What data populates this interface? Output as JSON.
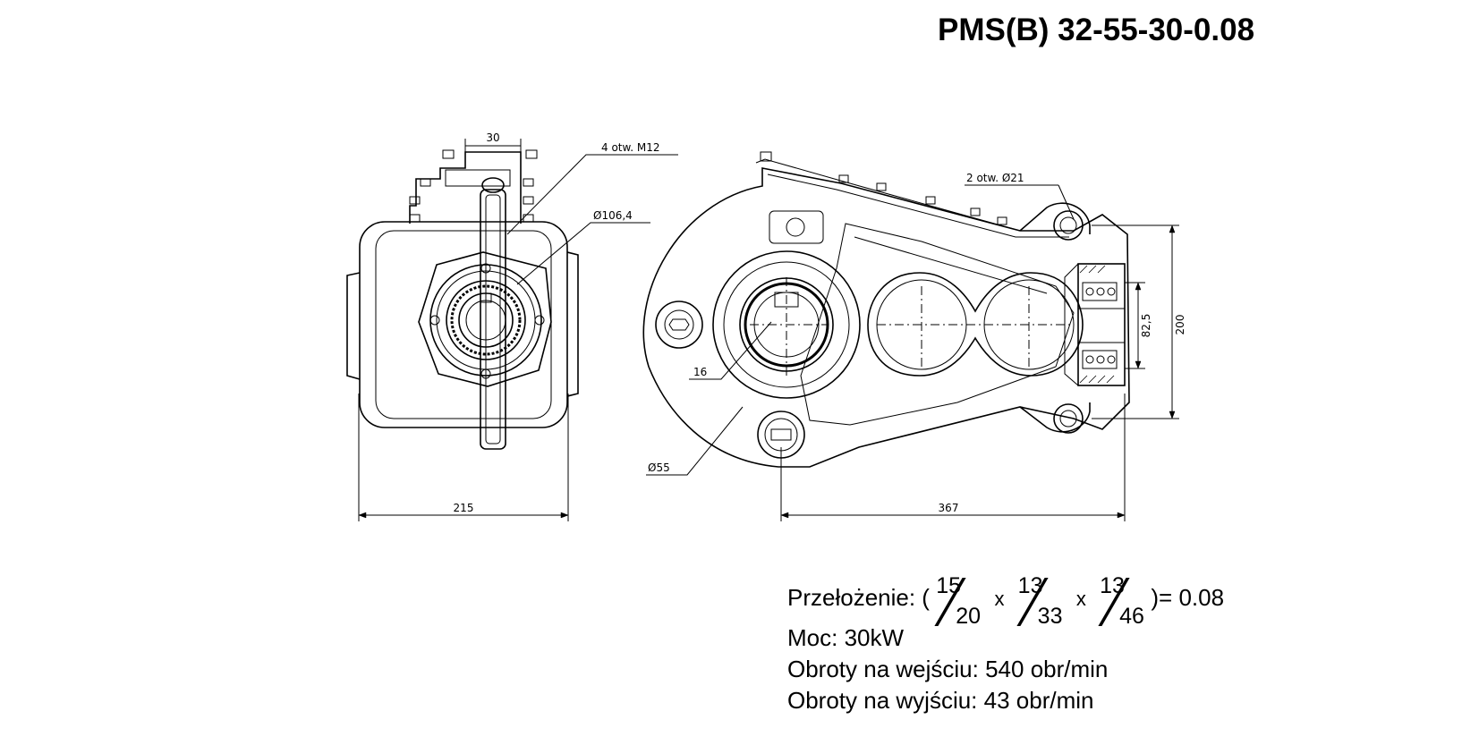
{
  "title": "PMS(B) 32-55-30-0.08",
  "dimensions": {
    "side_top_width": "30",
    "side_holes": "4 otw. M12",
    "side_diameter": "Ø106,4",
    "side_width": "215",
    "front_holes": "2 otw.  Ø21",
    "front_key": "16",
    "front_shaft": "Ø55",
    "front_length": "367",
    "front_height": "200",
    "front_inner": "82,5"
  },
  "specs": {
    "ratio_label": "Przełożenie: (",
    "ratio_fractions": [
      {
        "num": "15",
        "den": "20"
      },
      {
        "num": "13",
        "den": "33"
      },
      {
        "num": "13",
        "den": "46"
      }
    ],
    "ratio_times": "x",
    "ratio_result": ")= 0.08",
    "power": "Moc: 30kW",
    "input_speed": "Obroty na wejściu: 540 obr/min",
    "output_speed": "Obroty na wyjściu: 43 obr/min"
  }
}
